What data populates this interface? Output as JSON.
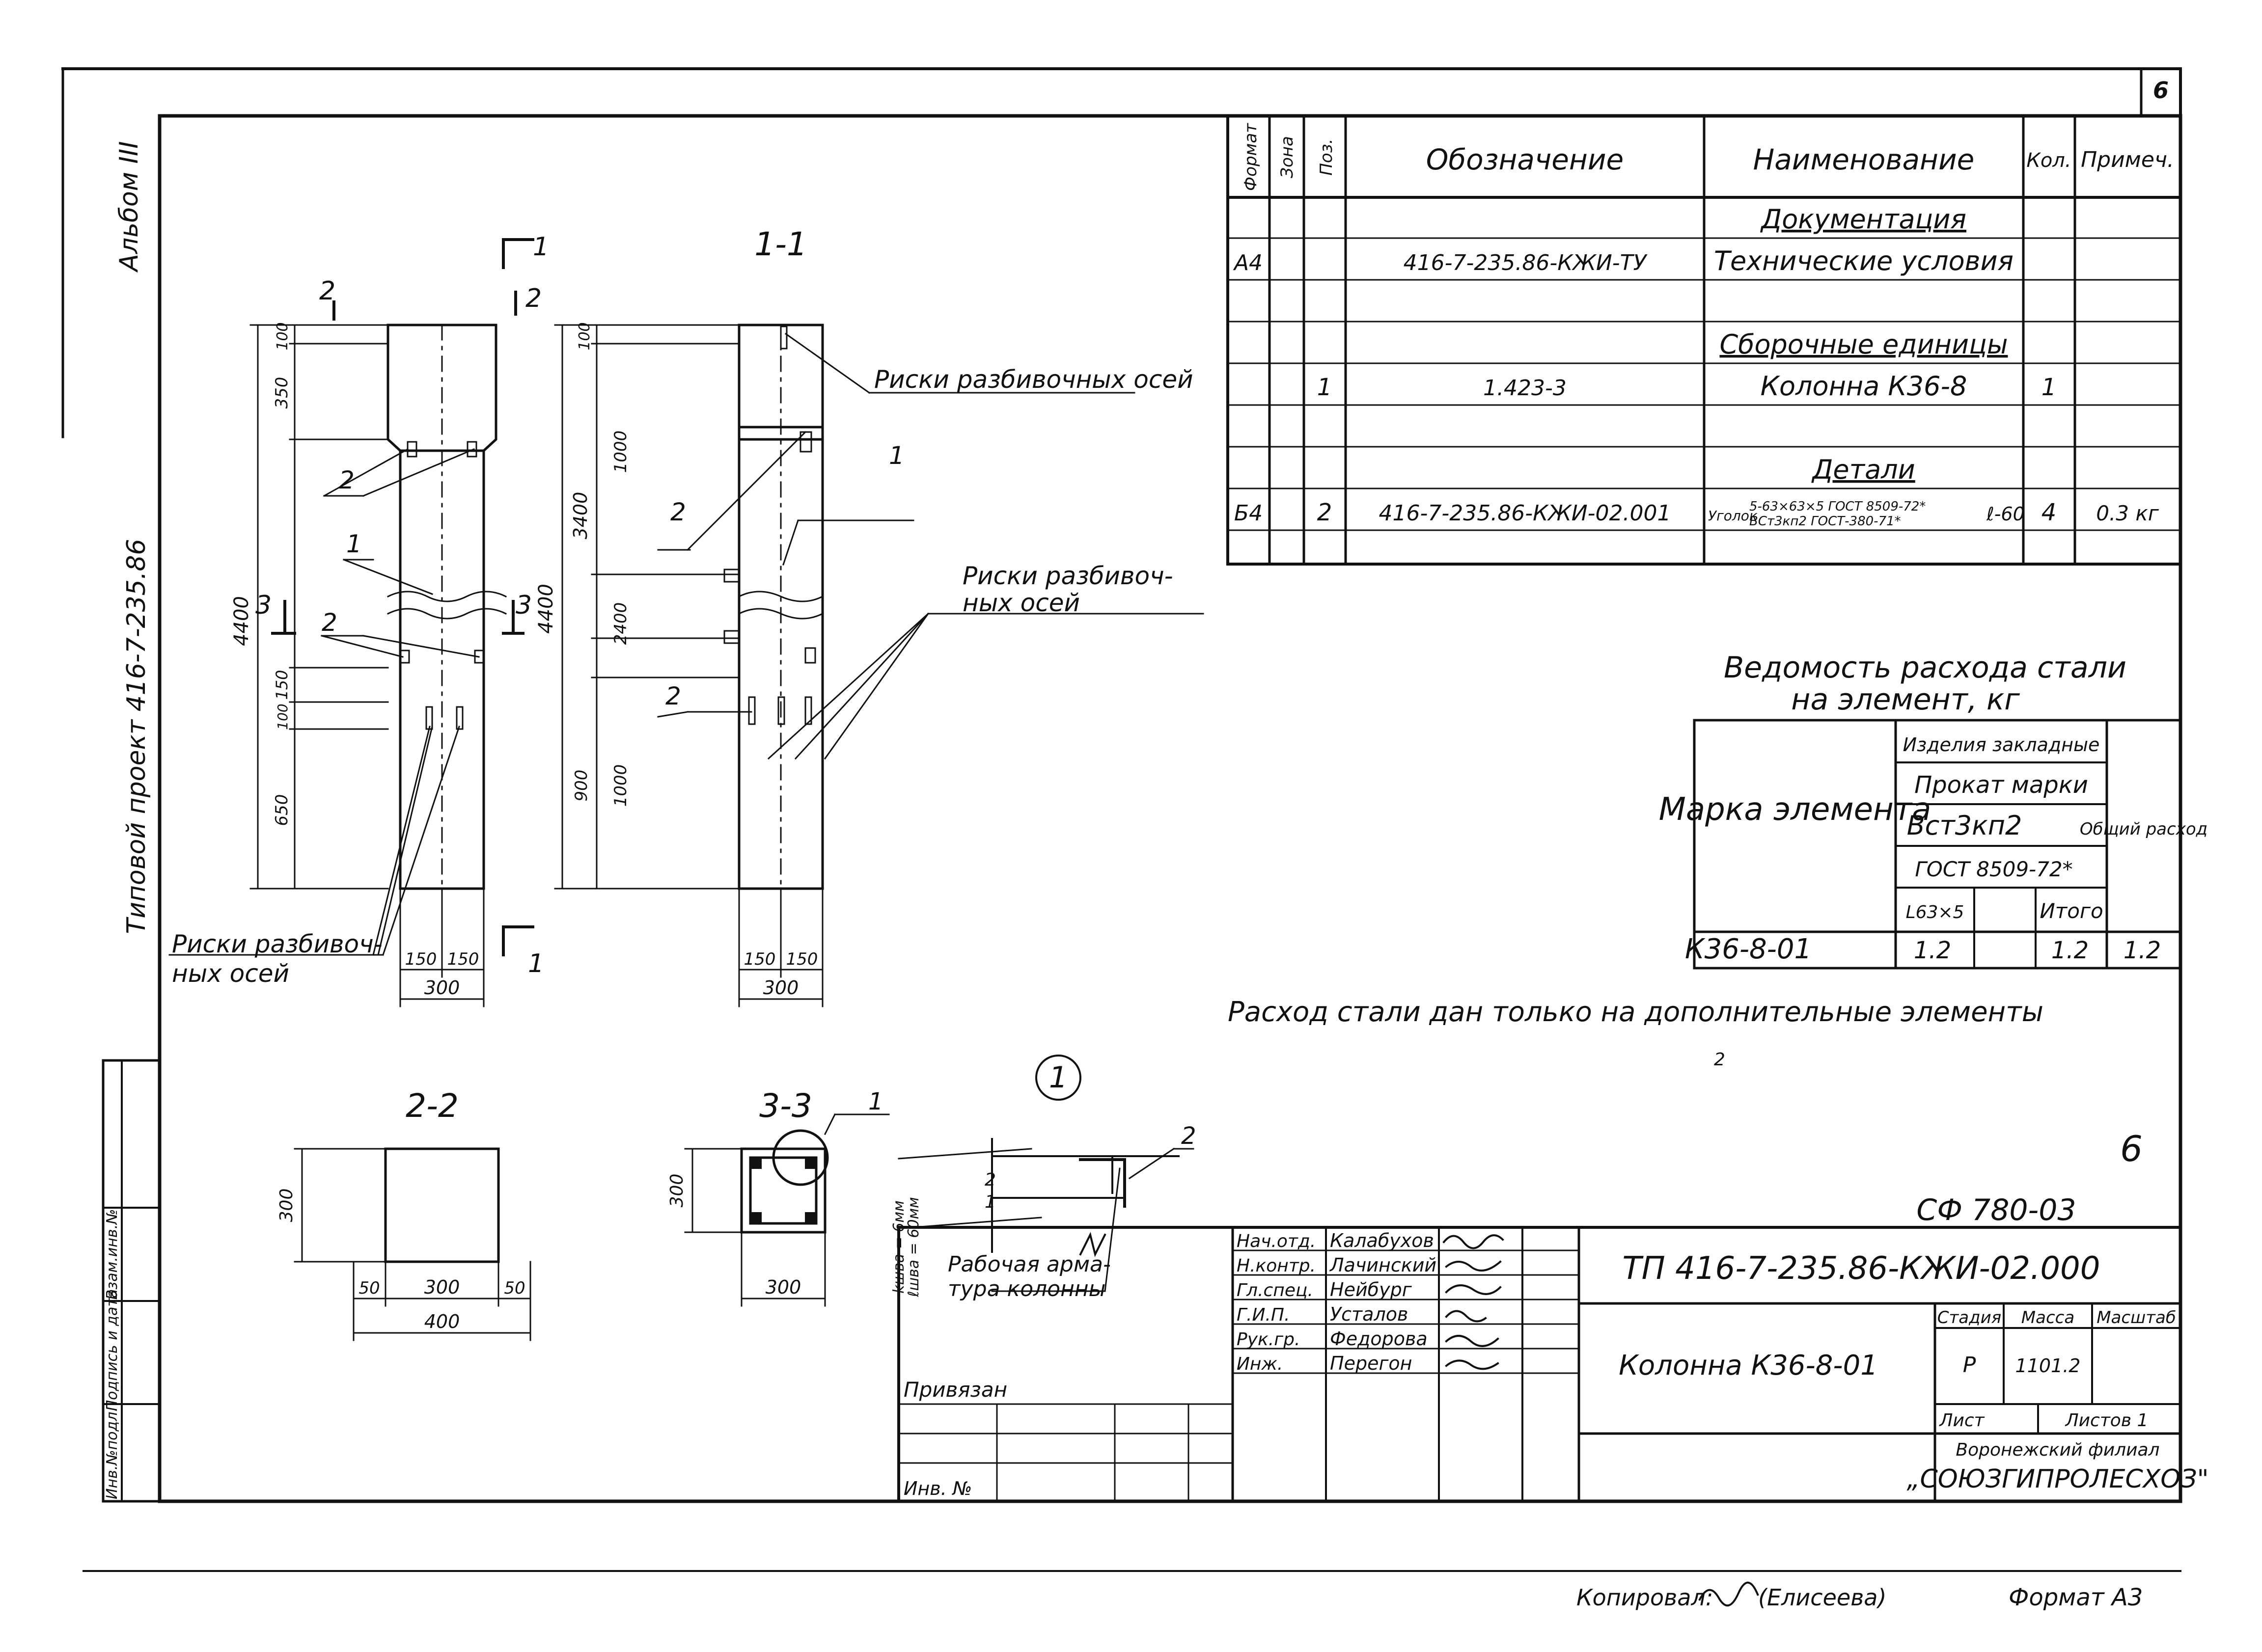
{
  "sheet_number": "6",
  "album": "Альбом III",
  "project": "Типовой проект 416-7-235.86",
  "side_stamp": [
    "Инв.№подл.",
    "Подпись и дата",
    "Взам.инв.№"
  ],
  "spec_table": {
    "headers": [
      "Формат",
      "Зона",
      "Поз.",
      "Обозначение",
      "Наименование",
      "Кол.",
      "Примеч."
    ],
    "rows": [
      {
        "format": "",
        "zone": "",
        "pos": "",
        "designation": "",
        "name": "Документация",
        "qty": "",
        "note": "",
        "underline": true
      },
      {
        "format": "А4",
        "zone": "",
        "pos": "",
        "designation": "416-7-235.86-КЖИ-ТУ",
        "name": "Технические условия",
        "qty": "",
        "note": ""
      },
      {
        "format": "",
        "zone": "",
        "pos": "",
        "designation": "",
        "name": "",
        "qty": "",
        "note": ""
      },
      {
        "format": "",
        "zone": "",
        "pos": "",
        "designation": "",
        "name": "Сборочные единицы",
        "qty": "",
        "note": "",
        "underline": true
      },
      {
        "format": "",
        "zone": "",
        "pos": "1",
        "designation": "1.423-3",
        "name": "Колонна К36-8",
        "qty": "1",
        "note": ""
      },
      {
        "format": "",
        "zone": "",
        "pos": "",
        "designation": "",
        "name": "",
        "qty": "",
        "note": ""
      },
      {
        "format": "",
        "zone": "",
        "pos": "",
        "designation": "",
        "name": "Детали",
        "qty": "",
        "note": "",
        "underline": true
      },
      {
        "format": "Б4",
        "zone": "",
        "pos": "2",
        "designation": "416-7-235.86-КЖИ-02.001",
        "name": "",
        "qty": "4",
        "note": "0.3 кг"
      },
      {
        "format": "",
        "zone": "",
        "pos": "",
        "designation": "",
        "name": "",
        "qty": "",
        "note": ""
      }
    ],
    "angle_item": {
      "word": "Уголок",
      "profile": "5-63×63×5 ГОСТ 8509-72*",
      "steel": "ВСт3кп2 ГОСТ-380-71*",
      "length": "ℓ-60"
    }
  },
  "steel_table": {
    "title_line1": "Ведомость расхода стали",
    "title_line2": "на элемент, кг",
    "mark_header": "Марка элемента",
    "group_header": "Изделия закладные",
    "rolled_header": "Прокат марки",
    "grade": "Вст3кп2",
    "standard": "ГОСТ 8509-72*",
    "col_angle": "L63×5",
    "col_total": "Итого",
    "total_header": "Общий расход",
    "row": {
      "mark": "К36-8-01",
      "angle": "1.2",
      "empty": "",
      "total": "1.2",
      "overall": "1.2"
    }
  },
  "note": "Расход стали дан только на дополнительные элементы",
  "views": {
    "section_1_1": "1-1",
    "section_2_2": "2-2",
    "section_3_3": "3-3",
    "node_1": "1",
    "cut_marks": [
      "1",
      "2",
      "2",
      "1",
      "3",
      "3",
      "1"
    ],
    "leader_axis_marks": "Риски разбивочных осей",
    "leader_axis_marks_a": "Риски разбивоч-",
    "leader_axis_marks_b": "ных осей",
    "leader_reinforcement_a": "Рабочая арма-",
    "leader_reinforcement_b": "тура колонны",
    "weld_a": "kшва = 6мм",
    "weld_b": "ℓшва = 60мм",
    "pos_labels": [
      "1",
      "2",
      "2",
      "2",
      "1",
      "2",
      "2",
      "1",
      "2"
    ]
  },
  "dims": {
    "elev_4400": "4400",
    "elev_100": "100",
    "elev_350": "350",
    "elev_150": "150",
    "elev_100b": "100",
    "elev_650": "650",
    "side_4400": "4400",
    "side_100": "100",
    "side_3400": "3400",
    "side_1000": "1000",
    "side_2400": "2400",
    "side_900": "900",
    "side_1000b": "1000",
    "w_150a": "150",
    "w_150b": "150",
    "w_300": "300",
    "s_150a": "150",
    "s_150b": "150",
    "s_300": "300",
    "sec2_300": "300",
    "sec2_50a": "50",
    "sec2_300w": "300",
    "sec2_50b": "50",
    "sec2_400": "400",
    "sec3_300": "300",
    "sec3_300w": "300"
  },
  "title_block": {
    "code": "ТП 416-7-235.86-КЖИ-02.000",
    "archive": "СФ 780-03",
    "page_mark": "6",
    "roles": [
      "Нач.отд.",
      "Н.контр.",
      "Гл.спец.",
      "Г.И.П.",
      "Рук.гр.",
      "Инж."
    ],
    "names": [
      "Калабухов",
      "Лачинский",
      "Нейбург",
      "Усталов",
      "Федорова",
      "Перегон"
    ],
    "element_name": "Колонна К36-8-01",
    "stage_label": "Стадия",
    "mass_label": "Масса",
    "scale_label": "Масштаб",
    "stage": "Р",
    "mass": "1101.2",
    "sheet_label": "Лист",
    "sheets_label": "Листов 1",
    "org1": "Воронежский филиал",
    "org2": "„СОЮЗГИПРОЛЕСХОЗ\"",
    "linked": "Привязан",
    "inv": "Инв. №"
  },
  "footer": {
    "copied": "Копировал:",
    "copier": "(Елисеева)",
    "format": "Формат А3"
  },
  "stray_mark": "2"
}
